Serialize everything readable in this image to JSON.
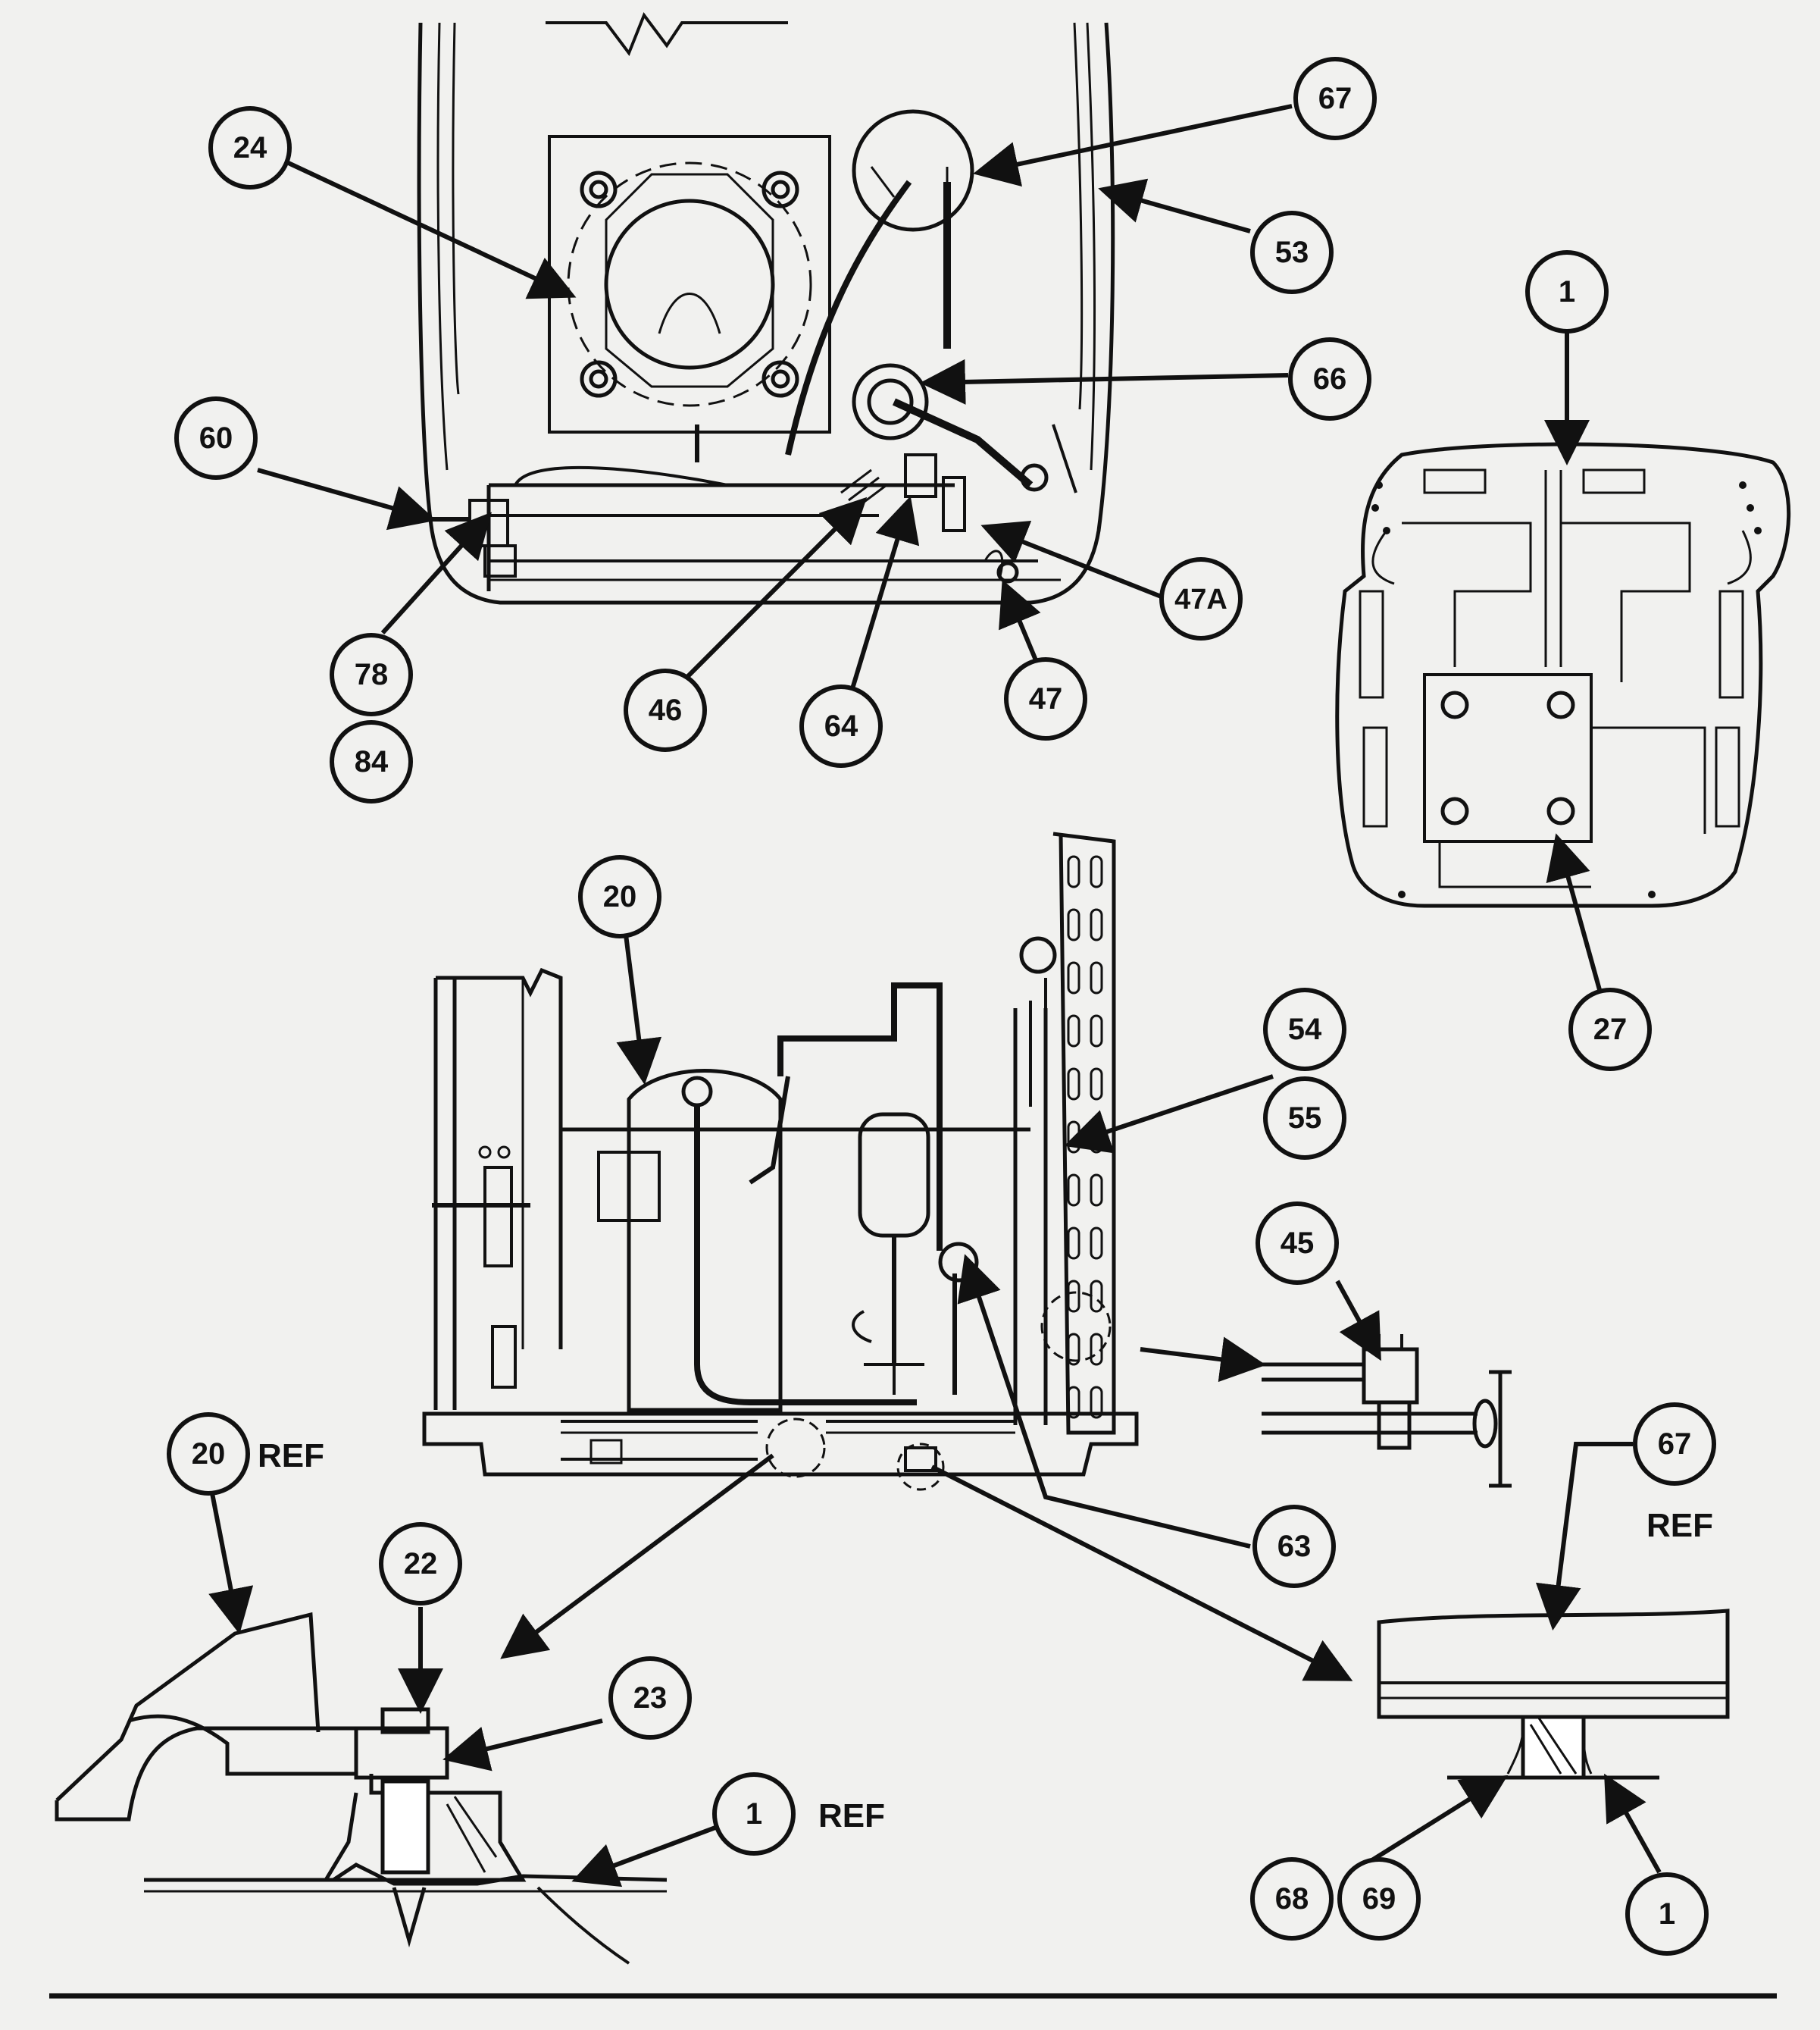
{
  "diagram": {
    "background": "#f1f1ef",
    "ink": "#111111",
    "part_numbers": {
      "n24": "24",
      "n67_top": "67",
      "n53": "53",
      "n1_right": "1",
      "n66": "66",
      "n60": "60",
      "n47a": "47A",
      "n78": "78",
      "n84": "84",
      "n46": "46",
      "n64": "64",
      "n47": "47",
      "n20": "20",
      "n27": "27",
      "n54": "54",
      "n55": "55",
      "n45": "45",
      "n20_ref": "20",
      "n67_ref": "67",
      "n22": "22",
      "n63": "63",
      "n23": "23",
      "n1_ref": "1",
      "n68": "68",
      "n69": "69",
      "n1_bottom": "1"
    },
    "ref_labels": {
      "ref_20": "REF",
      "ref_67": "REF",
      "ref_1": "REF"
    }
  }
}
